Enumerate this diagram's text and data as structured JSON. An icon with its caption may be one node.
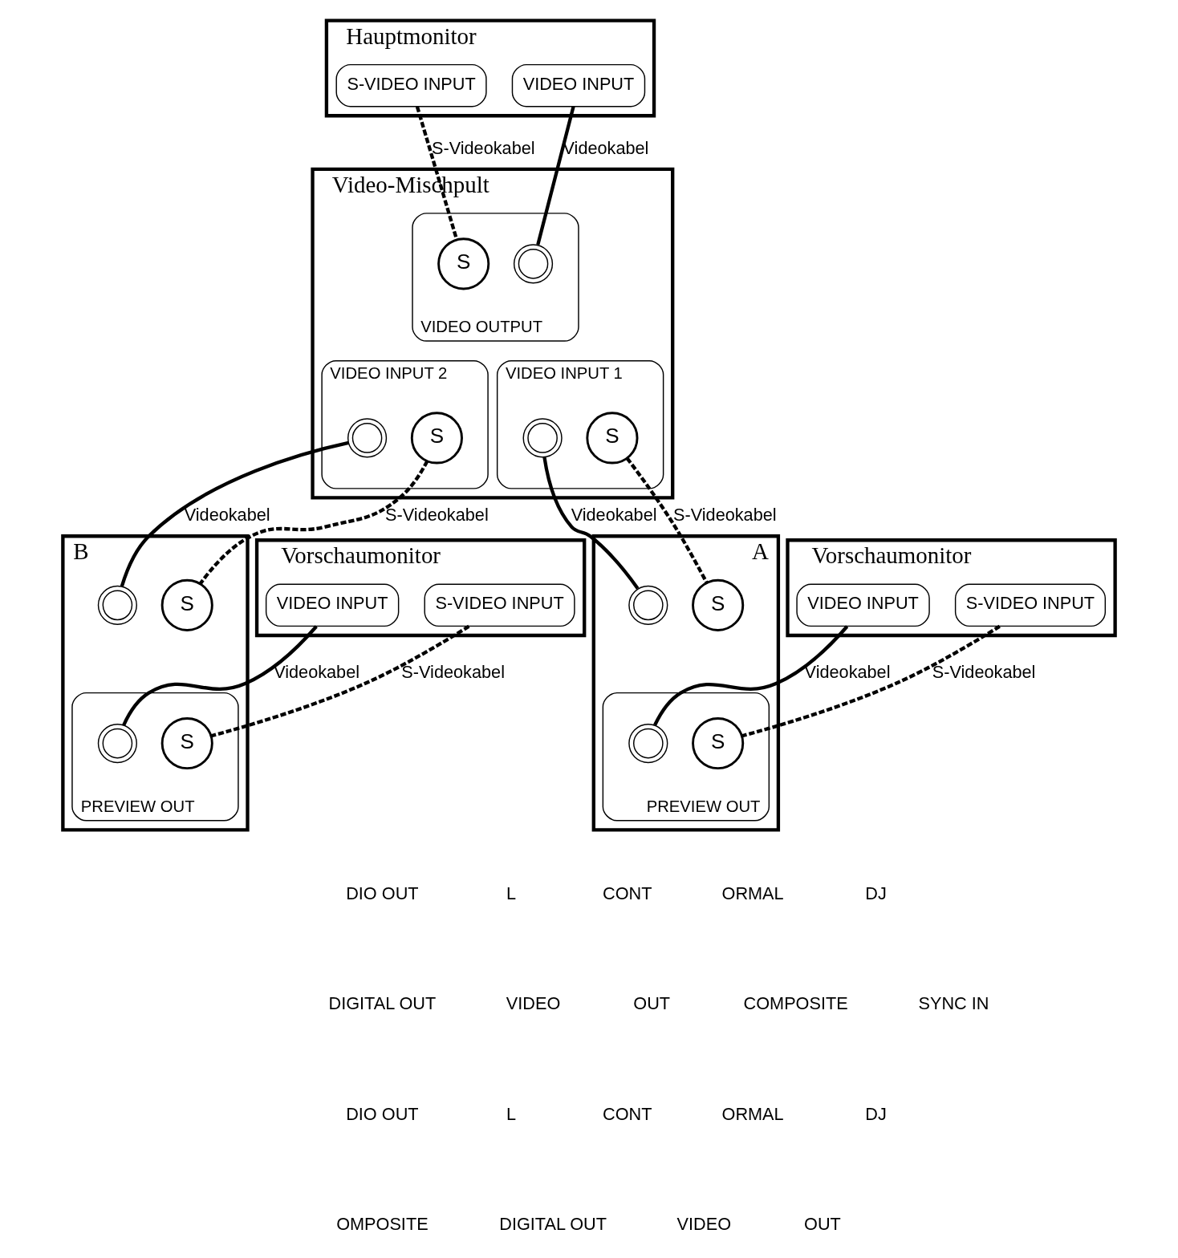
{
  "diagram": {
    "nodes": [
      {
        "text": [
          "Hauptmonitor"
        ]
      },
      {
        "text": [
          "S-VIDEO INPUT"
        ],
        "in": 0
      },
      {
        "text": [
          "VIDEO INPUT"
        ],
        "in": 0
      },
      {
        "text": [
          "Video-Mischpult"
        ]
      },
      {
        "text": [
          "VIDEO OUTPUT"
        ],
        "in": 3
      },
      {
        "text": [
          "S"
        ],
        "in": 4
      },
      {
        "text": [],
        "shape": "circle",
        "in": 4
      },
      {
        "text": [
          "VIDEO INPUT 2"
        ],
        "in": 3
      },
      {
        "text": [
          "S"
        ],
        "in": 7
      },
      {
        "text": [],
        "shape": "circle",
        "in": 7
      },
      {
        "text": [
          "VIDEO INPUT 1"
        ],
        "in": 3
      },
      {
        "text": [
          "S"
        ],
        "in": 10
      },
      {
        "text": [],
        "shape": "circle",
        "in": 10
      },
      {
        "text": [
          "Vorschaumonitor"
        ]
      },
      {
        "text": [
          "VIDEO INPUT"
        ],
        "in": 13
      },
      {
        "text": [
          "S-VIDEO INPUT"
        ],
        "in": 13
      },
      {
        "text": [
          "Vorschaumonitor"
        ]
      },
      {
        "text": [
          "VIDEO INPUT"
        ],
        "in": 16
      },
      {
        "text": [
          "S-VIDEO INPUT"
        ],
        "in": 16
      },
      {
        "text": [
          "B"
        ]
      },
      {
        "text": [
          "S"
        ],
        "in": 19
      },
      {
        "text": [],
        "shape": "circle",
        "in": 19
      },
      {
        "text": [
          "PREVIEW OUT"
        ],
        "in": 19
      },
      {
        "text": [
          "S"
        ],
        "in": 22
      },
      {
        "text": [],
        "shape": "circle",
        "in": 22
      },
      {
        "text": [
          "A"
        ]
      },
      {
        "text": [
          "S"
        ],
        "in": 25
      },
      {
        "text": [],
        "shape": "circle",
        "in": 25
      },
      {
        "text": [
          "PREVIEW OUT"
        ],
        "in": 25
      },
      {
        "text": [
          "S"
        ],
        "in": 28
      },
      {
        "text": [],
        "shape": "circle",
        "in": 28
      }
    ],
    "edges": [
      {
        "from": 2,
        "to": 6,
        "arrow": "none",
        "label": "Videokabel"
      },
      {
        "from": 1,
        "to": 5,
        "arrow": "none",
        "label": "S-Videokabel",
        "style": "dashed"
      },
      {
        "from": 8,
        "to": 20,
        "arrow": "none",
        "label": "S-Videokabel",
        "style": "dashed"
      },
      {
        "from": 9,
        "to": 21,
        "arrow": "none",
        "label": "Videokabel"
      },
      {
        "from": 11,
        "to": 26,
        "arrow": "none",
        "label": "S-Videokabel",
        "style": "dashed"
      },
      {
        "from": 12,
        "to": 27,
        "arrow": "none",
        "label": "Videokabel"
      },
      {
        "from": 14,
        "to": 24,
        "arrow": "none",
        "label": "Videokabel"
      },
      {
        "from": 15,
        "to": 23,
        "arrow": "none",
        "label": "S-Videokabel",
        "style": "dashed"
      },
      {
        "from": 17,
        "to": 30,
        "arrow": "none",
        "label": "Videokabel"
      },
      {
        "from": 18,
        "to": 29,
        "arrow": "none",
        "label": "S-Videokabel",
        "style": "dashed"
      }
    ],
    "labels": [
      "DIO OUT",
      "L",
      "CONT",
      "ORMAL",
      "DJ",
      "DIGITAL OUT",
      "VIDEO",
      "OUT",
      "COMPOSITE",
      "SYNC IN",
      "DIO OUT",
      "L",
      "CONT",
      "ORMAL",
      "DJ",
      "OMPOSITE",
      "DIGITAL OUT",
      "VIDEO",
      "OUT"
    ]
  }
}
